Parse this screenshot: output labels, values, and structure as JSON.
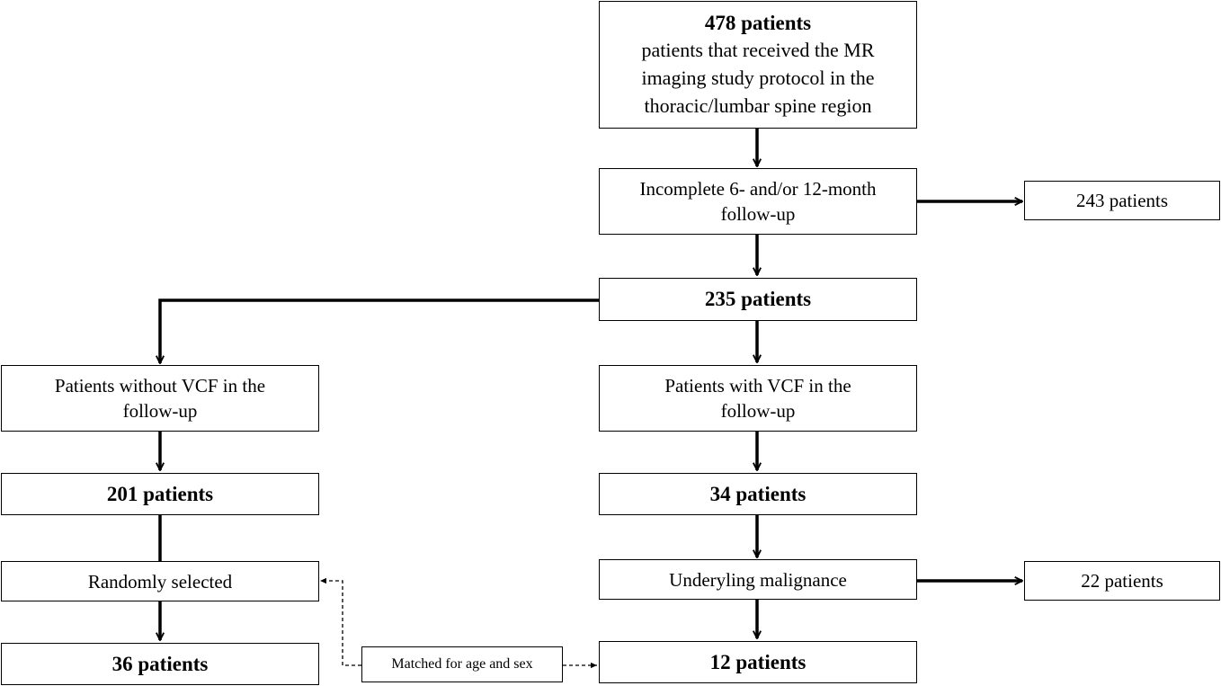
{
  "nodes": {
    "start_count": "478 patients",
    "start_description": [
      "patients that received the MR",
      "imaging study protocol in the",
      "thoracic/lumbar spine region"
    ],
    "incomplete_followup": [
      "Incomplete 6- and/or 12-month",
      "follow-up"
    ],
    "excluded_incomplete": "243 patients",
    "eligible": "235 patients",
    "without_vcf": [
      "Patients without VCF in the",
      "follow-up"
    ],
    "with_vcf": [
      "Patients with VCF in the",
      "follow-up"
    ],
    "without_vcf_count": "201 patients",
    "with_vcf_count": "34 patients",
    "randomly_selected": "Randomly selected",
    "malignance": "Underyling malignance",
    "excluded_malignance": "22 patients",
    "control_final": "36 patients",
    "matched": "Matched for age and sex",
    "vcf_final": "12 patients"
  },
  "colors": {
    "line": "#000000",
    "box_fill": "#ffffff",
    "text": "#000000"
  }
}
